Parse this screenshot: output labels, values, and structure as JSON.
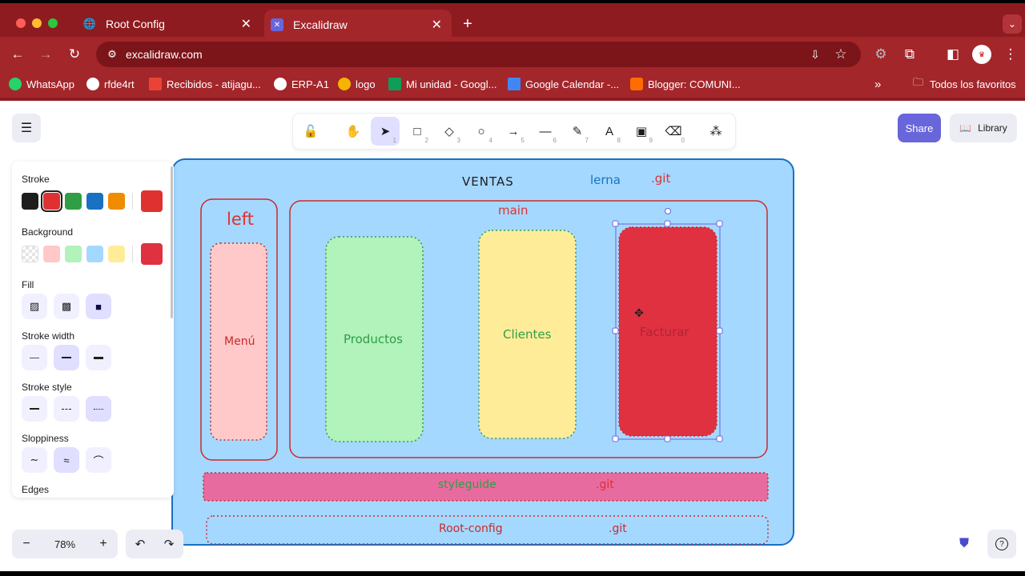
{
  "browser": {
    "tabs": [
      {
        "label": "Root Config",
        "icon": "globe-icon"
      },
      {
        "label": "Excalidraw",
        "icon": "excalidraw-icon"
      }
    ],
    "url": "excalidraw.com",
    "bookmarks": [
      {
        "label": "WhatsApp",
        "color": "#25d366"
      },
      {
        "label": "rfde4rt",
        "color": "#ffffff"
      },
      {
        "label": "Recibidos - atijagu...",
        "color": "#ea4335"
      },
      {
        "label": "ERP-A1",
        "color": "#ffffff"
      },
      {
        "label": "logo",
        "color": "#f4b400"
      },
      {
        "label": "Mi unidad - Googl...",
        "color": "#0f9d58"
      },
      {
        "label": "Google Calendar -...",
        "color": "#4285f4"
      },
      {
        "label": "Blogger: COMUNI...",
        "color": "#ff6d00"
      }
    ],
    "all_bookmarks": "Todos los favoritos"
  },
  "toolbar": {
    "tools": [
      {
        "name": "lock",
        "glyph": "🔓",
        "num": ""
      },
      {
        "name": "hand",
        "glyph": "✋",
        "num": ""
      },
      {
        "name": "selection",
        "glyph": "➤",
        "num": "1"
      },
      {
        "name": "rectangle",
        "glyph": "□",
        "num": "2"
      },
      {
        "name": "diamond",
        "glyph": "◇",
        "num": "3"
      },
      {
        "name": "ellipse",
        "glyph": "○",
        "num": "4"
      },
      {
        "name": "arrow",
        "glyph": "→",
        "num": "5"
      },
      {
        "name": "line",
        "glyph": "—",
        "num": "6"
      },
      {
        "name": "draw",
        "glyph": "✎",
        "num": "7"
      },
      {
        "name": "text",
        "glyph": "A",
        "num": "8"
      },
      {
        "name": "image",
        "glyph": "▣",
        "num": "9"
      },
      {
        "name": "eraser",
        "glyph": "⌫",
        "num": "0"
      },
      {
        "name": "more",
        "glyph": "⁂",
        "num": ""
      }
    ],
    "share": "Share",
    "library": "Library"
  },
  "props": {
    "stroke_label": "Stroke",
    "background_label": "Background",
    "fill_label": "Fill",
    "stroke_width_label": "Stroke width",
    "stroke_style_label": "Stroke style",
    "sloppiness_label": "Sloppiness",
    "edges_label": "Edges",
    "stroke_colors": [
      "#1e1e1e",
      "#e03131",
      "#2f9e44",
      "#1971c2",
      "#f08c00"
    ],
    "stroke_current": "#e03131",
    "background_colors": [
      "transparent",
      "#ffc9c9",
      "#b2f2bb",
      "#a5d8ff",
      "#ffec99"
    ],
    "background_current": "#e03141"
  },
  "zoom": {
    "value": "78%",
    "minus": "−",
    "plus": "+"
  },
  "diagram": {
    "title": "VENTAS",
    "lerna": "lerna",
    "git_top": ".git",
    "left": "left",
    "main": "main",
    "menu": "Menú",
    "productos": "Productos",
    "clientes": "Clientes",
    "facturar": "Facturar",
    "styleguide": "styleguide",
    "git_styleguide": ".git",
    "root_config": "Root-config",
    "git_root": ".git"
  }
}
